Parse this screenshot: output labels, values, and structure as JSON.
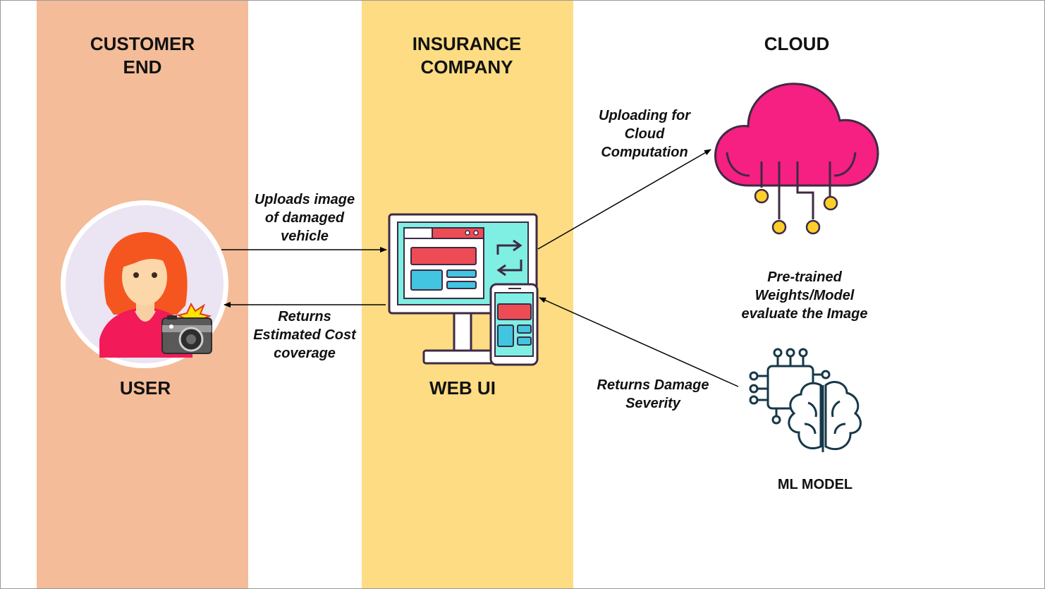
{
  "lanes": {
    "customer": {
      "title": "CUSTOMER\nEND",
      "color": "#f4bc98"
    },
    "insurance": {
      "title": "INSURANCE\nCOMPANY",
      "color": "#fddc83"
    },
    "cloud": {
      "title": "CLOUD"
    }
  },
  "nodes": {
    "user": {
      "label": "USER",
      "icon": "user-with-camera-icon"
    },
    "web_ui": {
      "label": "WEB UI",
      "icon": "monitor-phone-sync-icon"
    },
    "cloud": {
      "icon": "cloud-network-icon",
      "color": "#f61f82"
    },
    "ml_model": {
      "label": "ML MODEL",
      "icon": "brain-chip-icon"
    }
  },
  "edges": {
    "upload_image": "Uploads image\nof damaged\nvehicle",
    "returns_cost": "Returns\nEstimated Cost\ncoverage",
    "upload_cloud": "Uploading for\nCloud\nComputation",
    "model_note": "Pre-trained\nWeights/Model\nevaluate the Image",
    "returns_severity": "Returns Damage\nSeverity"
  }
}
